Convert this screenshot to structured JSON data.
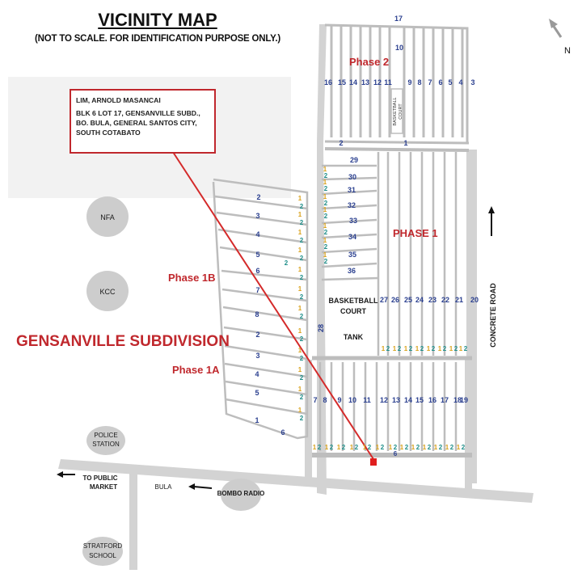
{
  "header": {
    "title": "VICINITY MAP",
    "subtitle": "(NOT TO SCALE. FOR IDENTIFICATION PURPOSE ONLY.)"
  },
  "north": "N",
  "owner": {
    "name": "LIM, ARNOLD MASANCAI",
    "address": "BLK 6 LOT 17, GENSANVILLE SUBD., BO. BULA, GENERAL SANTOS CITY, SOUTH COTABATO"
  },
  "subdivision": "GENSANVILLE SUBDIVISION",
  "phases": {
    "phase2": "Phase 2",
    "phase1": "PHASE 1",
    "phase1b": "Phase 1B",
    "phase1a": "Phase 1A"
  },
  "landmarks": {
    "nfa": "NFA",
    "kcc": "KCC",
    "police_1": "POLICE",
    "police_2": "STATION",
    "stratford_1": "STRATFORD",
    "stratford_2": "SCHOOL",
    "bombo": "BOMBO RADIO",
    "bula": "BULA",
    "market_1": "TO PUBLIC",
    "market_2": "MARKET",
    "concrete": "CONCRETE ROAD",
    "basketball_1": "BASKETBALL",
    "basketball_2": "COURT",
    "tank": "TANK",
    "small_court_1": "BASKETBALL",
    "small_court_2": "COURT"
  },
  "blocks": {
    "phase2_top": "17",
    "phase2_second": "10",
    "phase2_row": [
      "16",
      "15",
      "14",
      "13",
      "12",
      "11",
      "9",
      "8",
      "7",
      "6",
      "5",
      "4",
      "3"
    ],
    "phase2_bottom": [
      "2",
      "1"
    ],
    "phase1_left": [
      "29",
      "30",
      "31",
      "32",
      "33",
      "34",
      "35",
      "36"
    ],
    "phase1_top": [
      "27",
      "26",
      "25",
      "24",
      "23",
      "22",
      "21",
      "20"
    ],
    "block28": "28",
    "lower": [
      "7",
      "8",
      "9",
      "10",
      "11",
      "12",
      "13",
      "14",
      "15",
      "16",
      "17",
      "18",
      "19"
    ],
    "lower_six": "6",
    "phase1b": [
      "2",
      "3",
      "4",
      "5",
      "6",
      "7",
      "8"
    ],
    "phase1a": [
      "2",
      "3",
      "4",
      "5",
      "1",
      "6"
    ]
  },
  "lot_marks": {
    "one": "1",
    "two": "2"
  }
}
